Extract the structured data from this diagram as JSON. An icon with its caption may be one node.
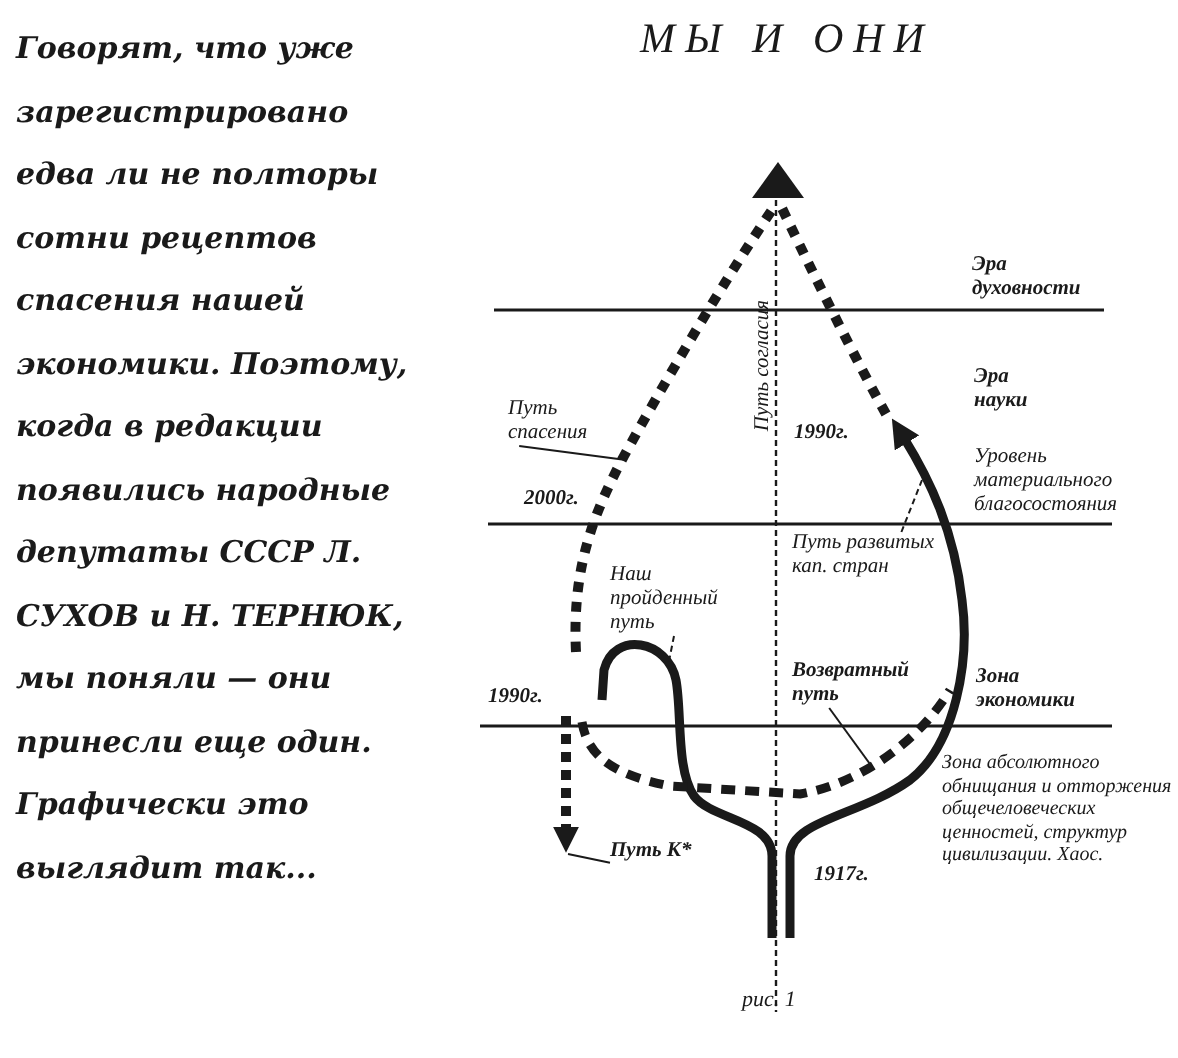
{
  "diagram": {
    "title": "МЫ И ОНИ",
    "caption": "рис. 1",
    "nodes": [
      {
        "text": [
          "Путь спасения"
        ]
      },
      {
        "text": [
          "Путь развитых кап. стран"
        ]
      },
      {
        "text": [
          "Наш пройденный путь"
        ]
      },
      {
        "text": [
          "Возвратный путь"
        ]
      },
      {
        "text": [
          "Путь К*"
        ]
      }
    ],
    "edges": [
      {
        "from": 0,
        "to": null,
        "arrow": "none"
      },
      {
        "from": 1,
        "to": null,
        "arrow": "none",
        "style": "dashed"
      },
      {
        "from": 2,
        "to": null,
        "arrow": "none",
        "style": "dashed"
      },
      {
        "from": 3,
        "to": null,
        "arrow": "none"
      },
      {
        "from": 4,
        "to": null,
        "arrow": "none"
      }
    ],
    "labels": [
      "Говорят, что уже зарегистрировано едва ли не полторы сотни рецептов спасения нашей экономики. Поэтому, когда в редакции появились народные депутаты СССР Л. СУХОВ и Н. ТЕРНЮК, мы поняли — они принесли еще один. Графически это выглядит так...",
      "Эра духовности",
      "Путь согласия",
      "Эра науки",
      "1990г.",
      "Уровень материального благосостояния",
      "2000г.",
      "Зона экономики",
      "1990г.",
      "Зона абсолютного обнищания и отторжения общечеловеческих ценностей, структур цивилизации. Хаос.",
      "1917г."
    ]
  }
}
